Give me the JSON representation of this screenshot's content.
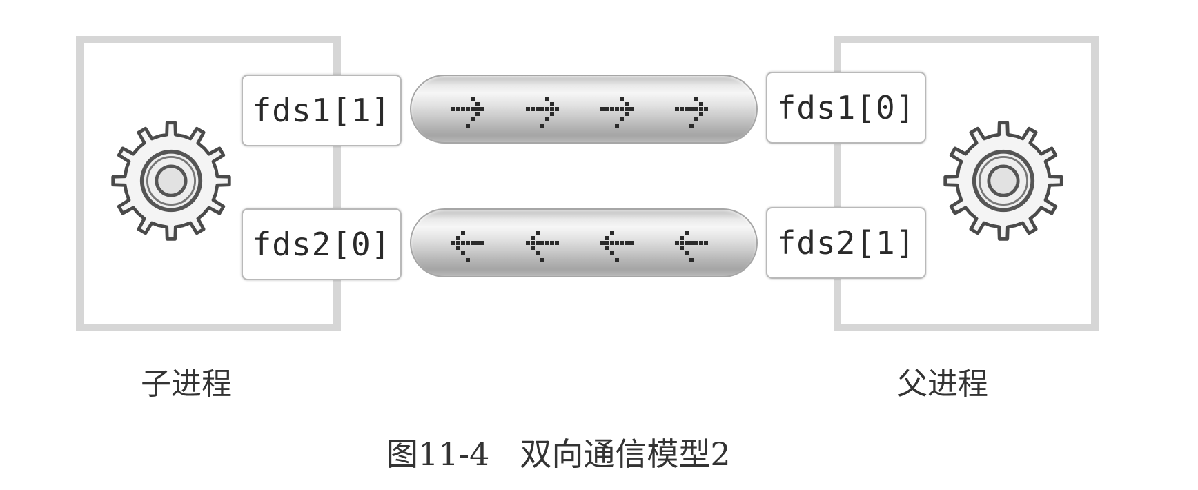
{
  "child_process": {
    "label": "子进程",
    "write_fd": "fds1[1]",
    "read_fd": "fds2[0]"
  },
  "parent_process": {
    "label": "父进程",
    "read_fd": "fds1[0]",
    "write_fd": "fds2[1]"
  },
  "pipes": [
    {
      "from": "fds1[1]",
      "to": "fds1[0]",
      "direction": "right",
      "arrow_count": 4,
      "icon": "arrow-right-icon"
    },
    {
      "from": "fds2[1]",
      "to": "fds2[0]",
      "direction": "left",
      "arrow_count": 4,
      "icon": "arrow-left-icon"
    }
  ],
  "icons": {
    "process": "gear-icon"
  },
  "colors": {
    "box_border": "#d6d6d6",
    "pipe": "#c8c8c8",
    "arrow": "#2a2a2a",
    "text": "#333333"
  },
  "caption": {
    "number": "图11-4",
    "title": "双向通信模型2"
  }
}
